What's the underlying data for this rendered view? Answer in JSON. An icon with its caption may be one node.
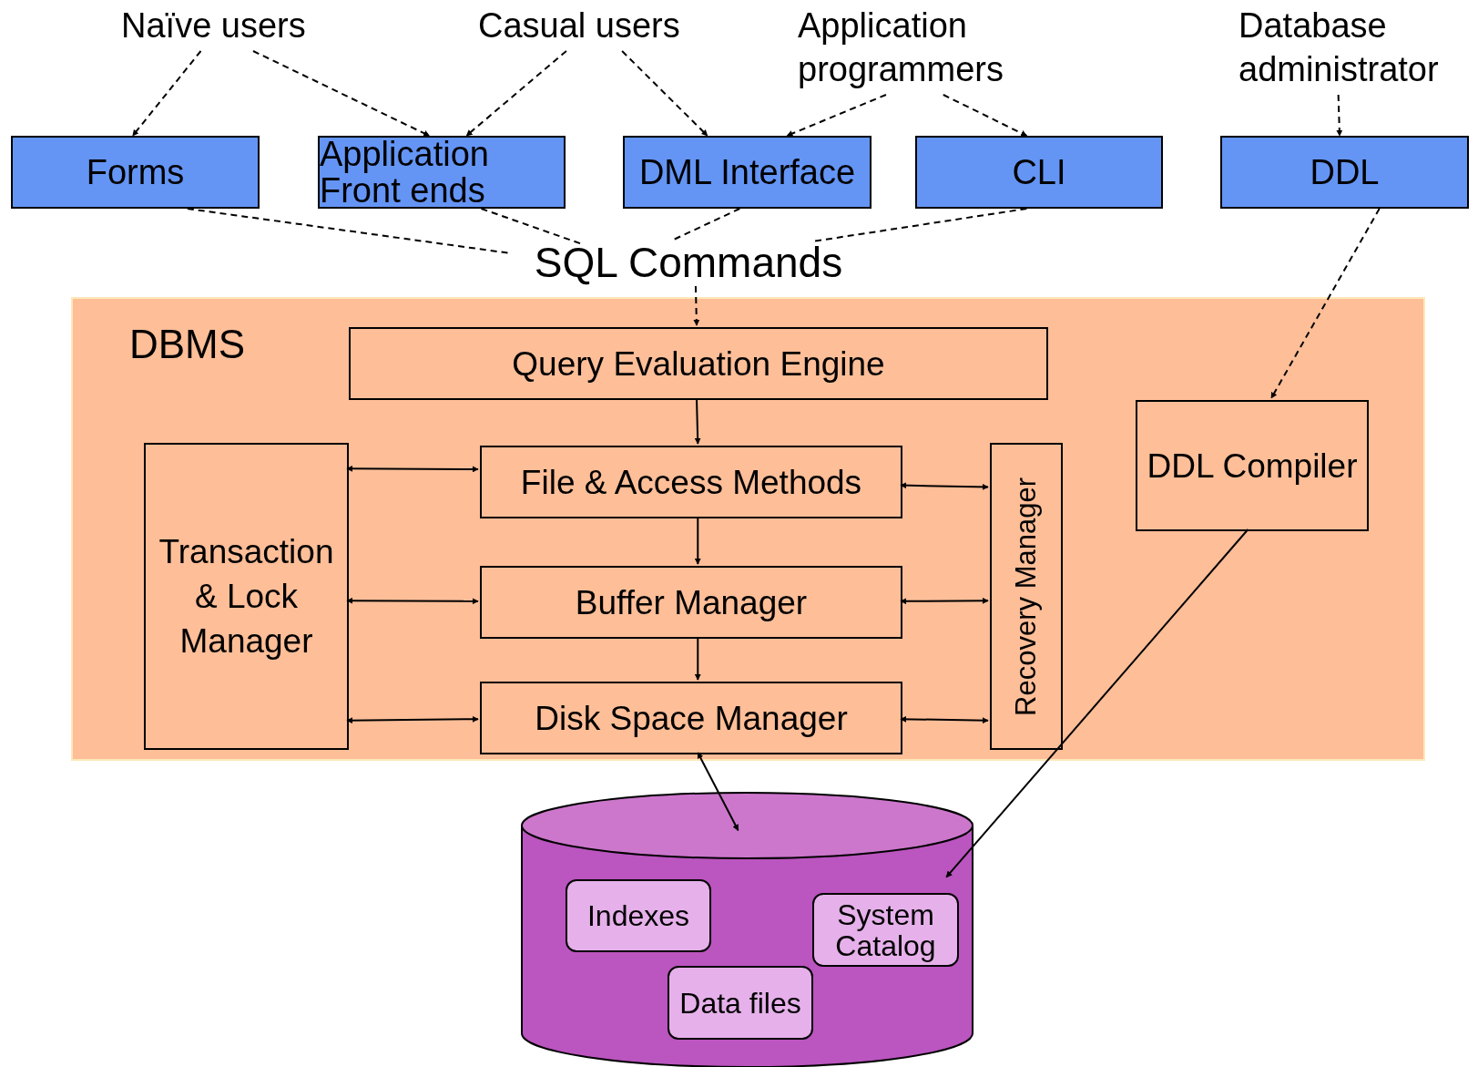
{
  "diagram": {
    "nodes": [
      {
        "text": [
          "Naïve users"
        ]
      },
      {
        "text": [
          "Casual users"
        ]
      },
      {
        "text": [
          "Application programmers"
        ]
      },
      {
        "text": [
          "Database administrator"
        ]
      },
      {
        "text": [
          "Forms"
        ]
      },
      {
        "text": [
          "Application Front ends"
        ]
      },
      {
        "text": [
          "DML Interface"
        ]
      },
      {
        "text": [
          "CLI"
        ]
      },
      {
        "text": [
          "DDL"
        ]
      },
      {
        "text": [
          "SQL Commands"
        ]
      },
      {
        "text": [
          "DBMS"
        ]
      },
      {
        "text": [
          "Query Evaluation Engine"
        ],
        "in": 10
      },
      {
        "text": [
          "Transaction & Lock Manager"
        ],
        "in": 10
      },
      {
        "text": [
          "File & Access Methods"
        ],
        "in": 10
      },
      {
        "text": [
          "Buffer Manager"
        ],
        "in": 10
      },
      {
        "text": [
          "Disk Space Manager"
        ],
        "in": 10
      },
      {
        "text": [
          "Recovery Manager"
        ],
        "in": 10
      },
      {
        "text": [
          "DDL Compiler"
        ],
        "in": 10
      },
      {
        "text": [],
        "shape": "cylinder"
      },
      {
        "text": [
          "Indexes"
        ],
        "in": 18
      },
      {
        "text": [
          "System Catalog"
        ],
        "in": 18
      },
      {
        "text": [
          "Data files"
        ],
        "in": 18
      }
    ],
    "edges": [
      {
        "from": 0,
        "to": 4,
        "arrow": "to",
        "style": "dashed"
      },
      {
        "from": 0,
        "to": 5,
        "arrow": "to",
        "style": "dashed"
      },
      {
        "from": 1,
        "to": 5,
        "arrow": "to",
        "style": "dashed"
      },
      {
        "from": 1,
        "to": 6,
        "arrow": "to",
        "style": "dashed"
      },
      {
        "from": 2,
        "to": 6,
        "arrow": "to",
        "style": "dashed"
      },
      {
        "from": 2,
        "to": 7,
        "arrow": "to",
        "style": "dashed"
      },
      {
        "from": 3,
        "to": 8,
        "arrow": "to",
        "style": "dashed"
      },
      {
        "from": 4,
        "to": 9,
        "arrow": "none",
        "style": "dashed"
      },
      {
        "from": 5,
        "to": 9,
        "arrow": "none",
        "style": "dashed"
      },
      {
        "from": 6,
        "to": 9,
        "arrow": "none",
        "style": "dashed"
      },
      {
        "from": 7,
        "to": 9,
        "arrow": "none",
        "style": "dashed"
      },
      {
        "from": 9,
        "to": 11,
        "arrow": "to",
        "style": "dashed"
      },
      {
        "from": 8,
        "to": 17,
        "arrow": "to",
        "style": "dashed"
      },
      {
        "from": 11,
        "to": 13,
        "arrow": "to"
      },
      {
        "from": 13,
        "to": 14,
        "arrow": "to"
      },
      {
        "from": 14,
        "to": 15,
        "arrow": "to"
      },
      {
        "from": 12,
        "to": 13,
        "arrow": "both"
      },
      {
        "from": 12,
        "to": 14,
        "arrow": "both"
      },
      {
        "from": 12,
        "to": 15,
        "arrow": "both"
      },
      {
        "from": 13,
        "to": 16,
        "arrow": "both"
      },
      {
        "from": 14,
        "to": 16,
        "arrow": "both"
      },
      {
        "from": 15,
        "to": 16,
        "arrow": "both"
      },
      {
        "from": 15,
        "to": 18,
        "arrow": "both"
      },
      {
        "from": 17,
        "to": 18,
        "arrow": "to"
      }
    ]
  }
}
